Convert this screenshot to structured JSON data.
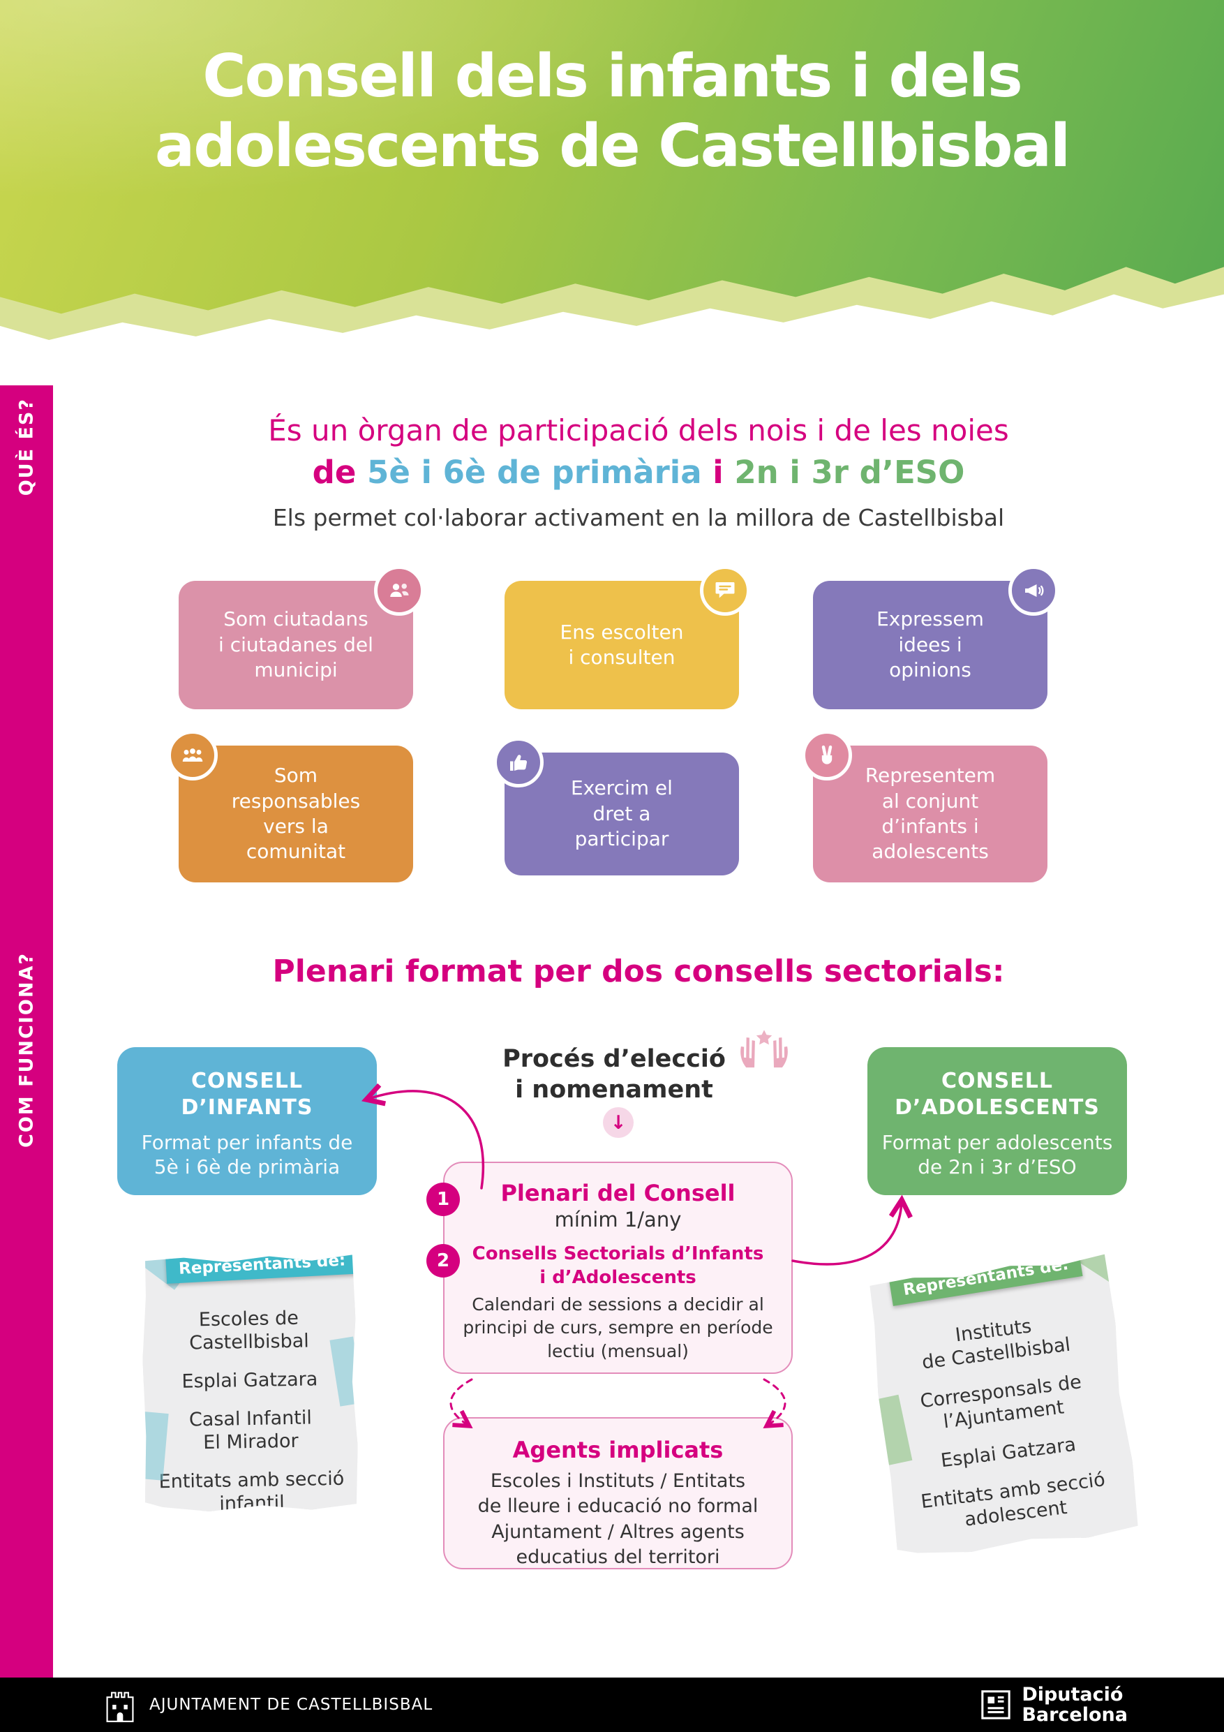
{
  "colors": {
    "magenta": "#d5007f",
    "blue": "#5fb4d6",
    "green": "#6fb46f",
    "pink_card": "#db92a9",
    "pink_card2": "#dd8fa8",
    "yellow_card": "#eec14b",
    "purple_card": "#8579ba",
    "orange_card": "#dd9140",
    "teal_ribbon": "#3fb9c9",
    "footer_black": "#000000"
  },
  "header": {
    "title": "Consell dels infants i dels\nadolescents de Castellbisbal"
  },
  "sidebar": {
    "what_is": "QUÈ ÉS?",
    "how_works": "COM FUNCIONA?"
  },
  "what_is": {
    "headline": "És un òrgan de participació dels nois i de les noies",
    "line2_de": "de ",
    "line2_primaria": "5è i 6è de primària",
    "line2_i": " i ",
    "line2_eso": "2n i 3r d’ESO",
    "subline": "Els permet col·laborar activament en la millora de Castellbisbal",
    "cards": [
      {
        "label": "Som ciutadans\ni ciutadanes del\nmunicipi",
        "icon": "citizens-icon"
      },
      {
        "label": "Ens escolten\ni consulten",
        "icon": "speech-bubble-icon"
      },
      {
        "label": "Expressem\nidees i\nopinions",
        "icon": "megaphone-icon"
      },
      {
        "label": "Som\nresponsables\nvers la\ncomunitat",
        "icon": "community-icon"
      },
      {
        "label": "Exercim el\ndret a\nparticipar",
        "icon": "thumbs-up-icon"
      },
      {
        "label": "Representem\nal conjunt\nd’infants i\nadolescents",
        "icon": "victory-hand-icon"
      }
    ]
  },
  "how_works": {
    "headline": "Plenari format per dos consells sectorials:",
    "consell_infants": {
      "title": "CONSELL\nD’INFANTS",
      "body": "Format per infants de\n5è i 6è de primària"
    },
    "consell_adolescents": {
      "title": "CONSELL\nD’ADOLESCENTS",
      "body": "Format per adolescents\nde 2n i 3r d’ESO"
    },
    "process": {
      "title": "Procés d’elecció\ni nomenament",
      "icon": "raised-hands-icon",
      "arrow": "↓"
    },
    "plenari_box": {
      "item1_number": "1",
      "item1_title": "Plenari del Consell",
      "item1_sub": "mínim 1/any",
      "item2_number": "2",
      "item2_title": "Consells Sectorials d’Infants\ni d’Adolescents",
      "item2_sub": "Calendari de sessions a decidir al\nprincipi de curs, sempre en període\nlectiu (mensual)"
    },
    "agents_box": {
      "title": "Agents implicats",
      "body": "Escoles i Instituts / Entitats\nde lleure i educació no formal\nAjuntament / Altres agents\neducatius del territori"
    },
    "left_note": {
      "ribbon": "Representants de:",
      "items": [
        "Escoles de\nCastellbisbal",
        "Esplai Gatzara",
        "Casal Infantil\nEl Mirador",
        "Entitats amb secció\ninfantil"
      ]
    },
    "right_note": {
      "ribbon": "Representants de:",
      "items": [
        "Instituts\nde Castellbisbal",
        "Corresponsals de\nl’Ajuntament",
        "Esplai Gatzara",
        "Entitats amb secció\nadolescent"
      ]
    }
  },
  "footer": {
    "ajuntament": "AJUNTAMENT DE CASTELLBISBAL",
    "ajuntament_icon": "castle-icon",
    "diputacio_line1": "Diputació",
    "diputacio_line2": "Barcelona",
    "diputacio_icon": "diputacio-icon"
  }
}
